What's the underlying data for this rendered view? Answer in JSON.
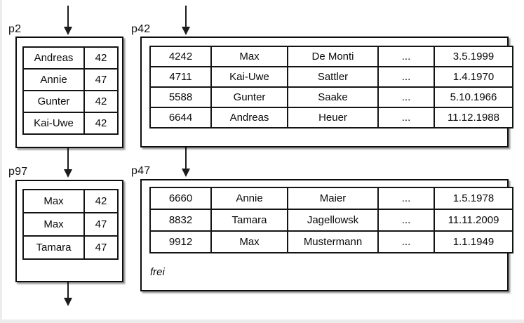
{
  "diagram": {
    "title": "index-and-data-pages",
    "colors": {
      "background": "#ffffff",
      "border": "#0d0d0d",
      "line": "#1c1c1c",
      "page_edge": "#ececec"
    },
    "pages": {
      "p2": {
        "label": "p2",
        "kind": "index-page",
        "rows": [
          [
            "Andreas",
            "42"
          ],
          [
            "Annie",
            "47"
          ],
          [
            "Gunter",
            "42"
          ],
          [
            "Kai-Uwe",
            "42"
          ]
        ]
      },
      "p42": {
        "label": "p42",
        "kind": "data-page",
        "rows": [
          [
            "4242",
            "Max",
            "De Monti",
            "...",
            "3.5.1999"
          ],
          [
            "4711",
            "Kai-Uwe",
            "Sattler",
            "...",
            "1.4.1970"
          ],
          [
            "5588",
            "Gunter",
            "Saake",
            "...",
            "5.10.1966"
          ],
          [
            "6644",
            "Andreas",
            "Heuer",
            "...",
            "11.12.1988"
          ]
        ]
      },
      "p97": {
        "label": "p97",
        "kind": "index-page",
        "rows": [
          [
            "Max",
            "42"
          ],
          [
            "Max",
            "47"
          ],
          [
            "Tamara",
            "47"
          ]
        ]
      },
      "p47": {
        "label": "p47",
        "kind": "data-page",
        "rows": [
          [
            "6660",
            "Annie",
            "Maier",
            "...",
            "1.5.1978"
          ],
          [
            "8832",
            "Tamara",
            "Jagellowsk",
            "...",
            "11.11.2009"
          ],
          [
            "9912",
            "Max",
            "Mustermann",
            "...",
            "1.1.1949"
          ]
        ],
        "free_label": "frei"
      }
    }
  }
}
